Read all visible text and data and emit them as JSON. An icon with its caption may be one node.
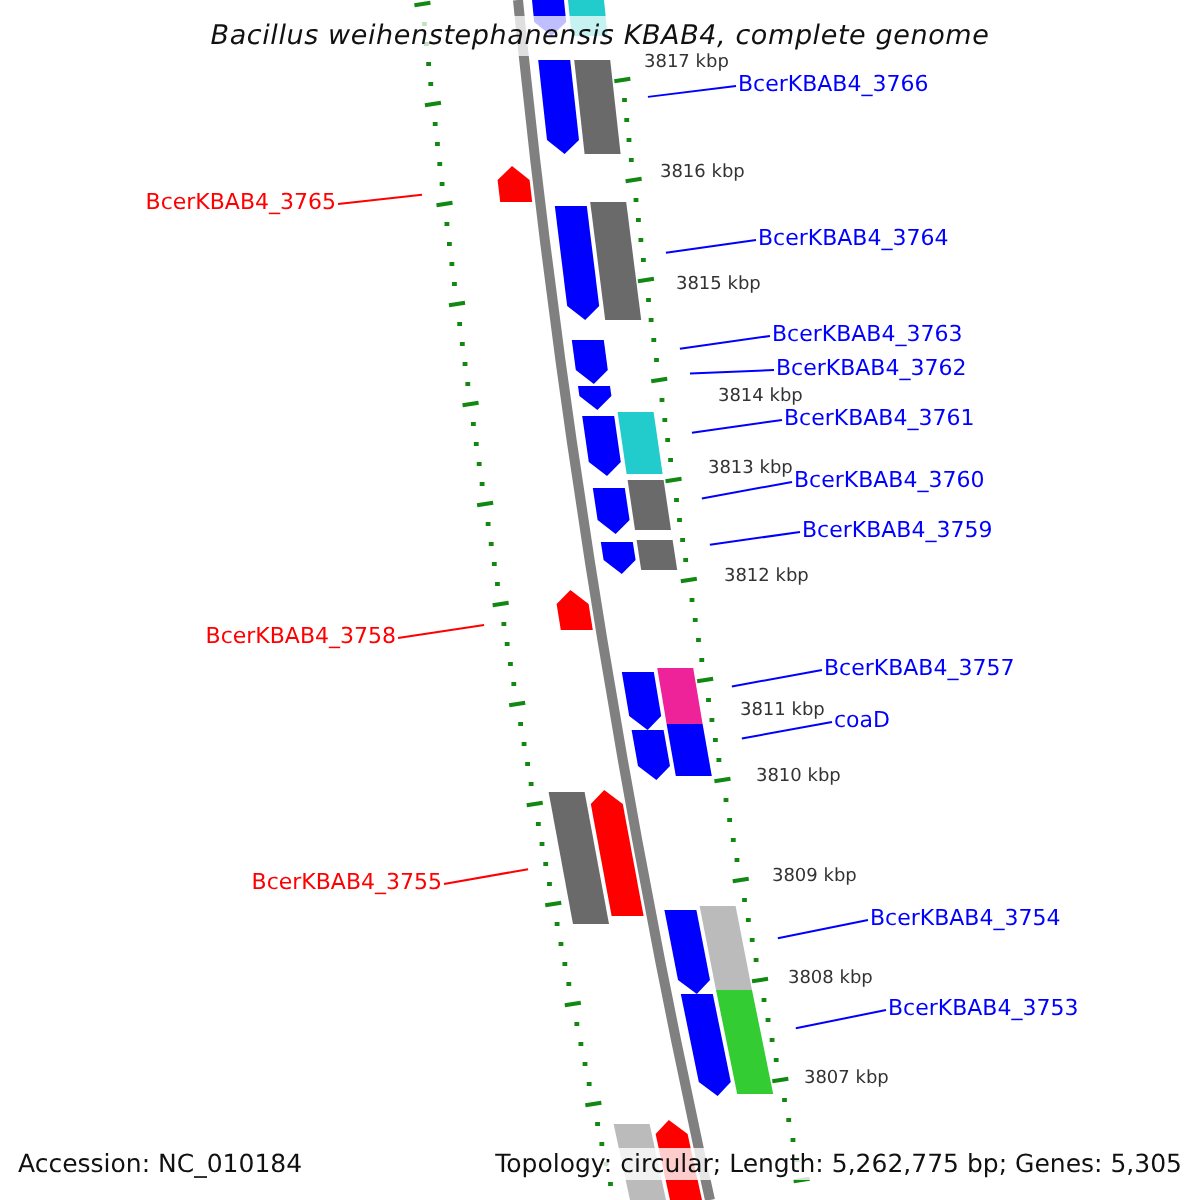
{
  "diagram": {
    "title": "Bacillus weihenstephanensis KBAB4, complete genome",
    "nodes": [
      {
        "text": [
          "BcerKBAB4_3766"
        ]
      },
      {
        "text": [
          "BcerKBAB4_3765"
        ]
      },
      {
        "text": [
          "BcerKBAB4_3764"
        ]
      },
      {
        "text": [
          "BcerKBAB4_3763"
        ]
      },
      {
        "text": [
          "BcerKBAB4_3762"
        ]
      },
      {
        "text": [
          "BcerKBAB4_3761"
        ]
      },
      {
        "text": [
          "BcerKBAB4_3760"
        ]
      },
      {
        "text": [
          "BcerKBAB4_3759"
        ]
      },
      {
        "text": [
          "BcerKBAB4_3758"
        ]
      },
      {
        "text": [
          "BcerKBAB4_3757"
        ]
      },
      {
        "text": [
          "coaD"
        ]
      },
      {
        "text": [
          "BcerKBAB4_3755"
        ]
      },
      {
        "text": [
          "BcerKBAB4_3754"
        ]
      },
      {
        "text": [
          "BcerKBAB4_3753"
        ]
      }
    ],
    "edges": [
      {
        "from": 0,
        "to": null,
        "arrow": "none"
      },
      {
        "from": 1,
        "to": null,
        "arrow": "none",
        "color": "#ff0000"
      },
      {
        "from": 2,
        "to": null,
        "arrow": "none"
      },
      {
        "from": 3,
        "to": null,
        "arrow": "none"
      },
      {
        "from": 4,
        "to": null,
        "arrow": "none"
      },
      {
        "from": 5,
        "to": null,
        "arrow": "none"
      },
      {
        "from": 6,
        "to": null,
        "arrow": "none"
      },
      {
        "from": 7,
        "to": null,
        "arrow": "none"
      },
      {
        "from": 8,
        "to": null,
        "arrow": "none",
        "color": "#ff0000"
      },
      {
        "from": 9,
        "to": null,
        "arrow": "none"
      },
      {
        "from": 10,
        "to": null,
        "arrow": "none"
      },
      {
        "from": 11,
        "to": null,
        "arrow": "none",
        "color": "#ff0000"
      },
      {
        "from": 12,
        "to": null,
        "arrow": "none"
      },
      {
        "from": 13,
        "to": null,
        "arrow": "none"
      }
    ],
    "labels": [
      "3817 kbp",
      "3816 kbp",
      "3815 kbp",
      "3814 kbp",
      "3813 kbp",
      "3812 kbp",
      "3811 kbp",
      "3810 kbp",
      "3809 kbp",
      "3808 kbp",
      "3807 kbp",
      "Accession: NC_010184",
      "Topology: circular; Length: 5,262,775 bp; Genes: 5,305"
    ]
  }
}
